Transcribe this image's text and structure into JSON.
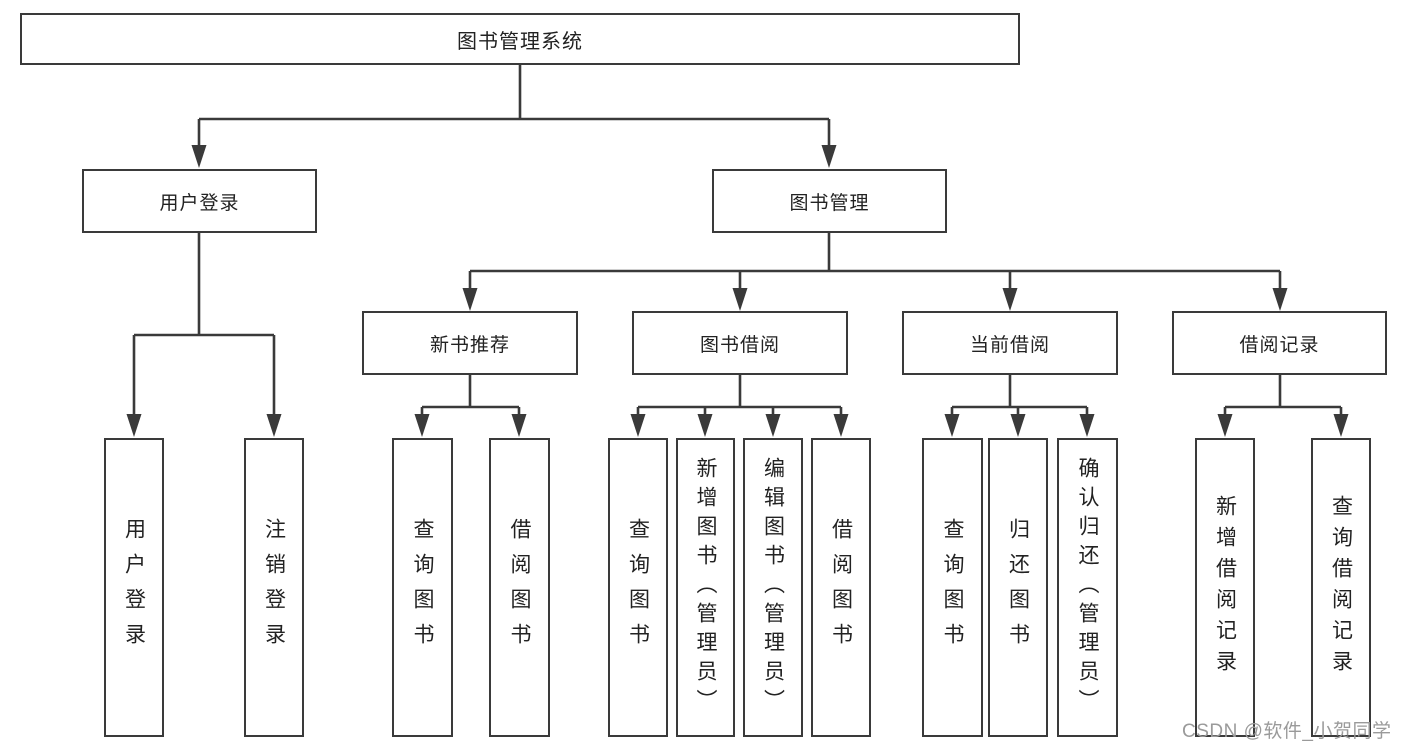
{
  "watermark": "CSDN @软件_小贺同学",
  "colors": {
    "line": "#3a3a3a",
    "box_border": "#3a3a3a",
    "box_fill": "#ffffff",
    "text": "#222222",
    "watermark": "#9a9a9a"
  },
  "tree": {
    "label": "图书管理系统",
    "children": [
      {
        "label": "用户登录",
        "children": [
          {
            "label": "用户登录"
          },
          {
            "label": "注销登录"
          }
        ]
      },
      {
        "label": "图书管理",
        "children": [
          {
            "label": "新书推荐",
            "children": [
              {
                "label": "查询图书"
              },
              {
                "label": "借阅图书"
              }
            ]
          },
          {
            "label": "图书借阅",
            "children": [
              {
                "label": "查询图书"
              },
              {
                "label": "新增图书（管理员）"
              },
              {
                "label": "编辑图书（管理员）"
              },
              {
                "label": "借阅图书"
              }
            ]
          },
          {
            "label": "当前借阅",
            "children": [
              {
                "label": "查询图书"
              },
              {
                "label": "归还图书"
              },
              {
                "label": "确认归还（管理员）"
              }
            ]
          },
          {
            "label": "借阅记录",
            "children": [
              {
                "label": "新增借阅记录"
              },
              {
                "label": "查询借阅记录"
              }
            ]
          }
        ]
      }
    ]
  }
}
